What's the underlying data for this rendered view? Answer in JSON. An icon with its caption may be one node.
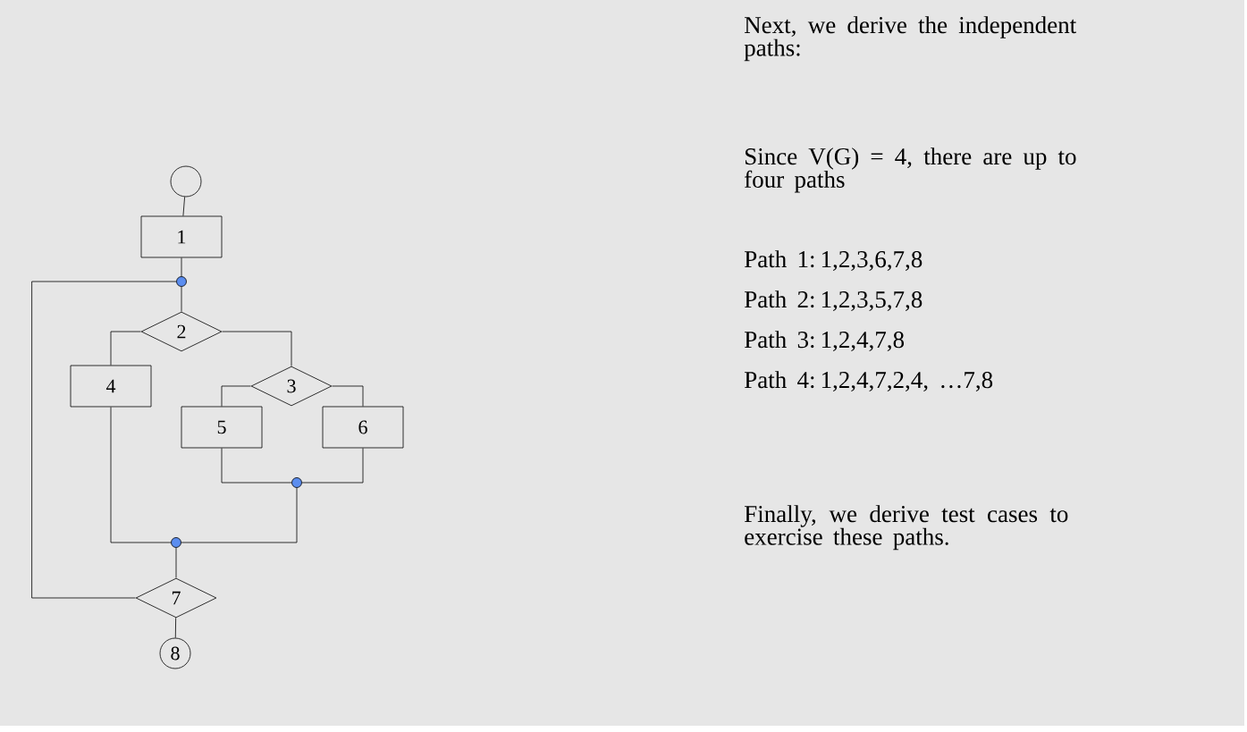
{
  "diagram": {
    "nodes": [
      {
        "text": [],
        "shape": "circle"
      },
      {
        "text": [
          "1"
        ]
      },
      {
        "text": [],
        "shape": "dot"
      },
      {
        "text": [
          "2"
        ]
      },
      {
        "text": [
          "4"
        ]
      },
      {
        "text": [
          "3"
        ]
      },
      {
        "text": [
          "5"
        ]
      },
      {
        "text": [
          "6"
        ]
      },
      {
        "text": [],
        "shape": "dot"
      },
      {
        "text": [],
        "shape": "dot"
      },
      {
        "text": [
          "7"
        ]
      },
      {
        "text": [
          "8"
        ]
      }
    ],
    "edges": [
      {
        "from": 0,
        "to": 1,
        "arrow": "none"
      },
      {
        "from": 1,
        "to": 2,
        "arrow": "none"
      },
      {
        "from": 2,
        "to": 3,
        "arrow": "none"
      },
      {
        "from": 3,
        "to": 4,
        "arrow": "none"
      },
      {
        "from": 3,
        "to": 5,
        "arrow": "none"
      },
      {
        "from": 5,
        "to": 6,
        "arrow": "none"
      },
      {
        "from": 5,
        "to": 7,
        "arrow": "none"
      },
      {
        "from": 6,
        "to": 8,
        "arrow": "none"
      },
      {
        "from": 7,
        "to": 8,
        "arrow": "none"
      },
      {
        "from": 8,
        "to": 9,
        "arrow": "none"
      },
      {
        "from": 4,
        "to": 9,
        "arrow": "none"
      },
      {
        "from": 9,
        "to": 10,
        "arrow": "none"
      },
      {
        "from": 10,
        "to": 2,
        "arrow": "none"
      },
      {
        "from": 10,
        "to": 11,
        "arrow": "none"
      }
    ],
    "labels": [
      "Next, we derive the independent paths:",
      "Since V(G) = 4, there are up to four paths",
      "Path 1: 1,2,3,6,7,8",
      "Path 2: 1,2,3,5,7,8",
      "Path 3: 1,2,4,7,8",
      "Path 4: 1,2,4,7,2,4, …7,8",
      "Finally, we derive test cases to exercise these paths."
    ]
  }
}
